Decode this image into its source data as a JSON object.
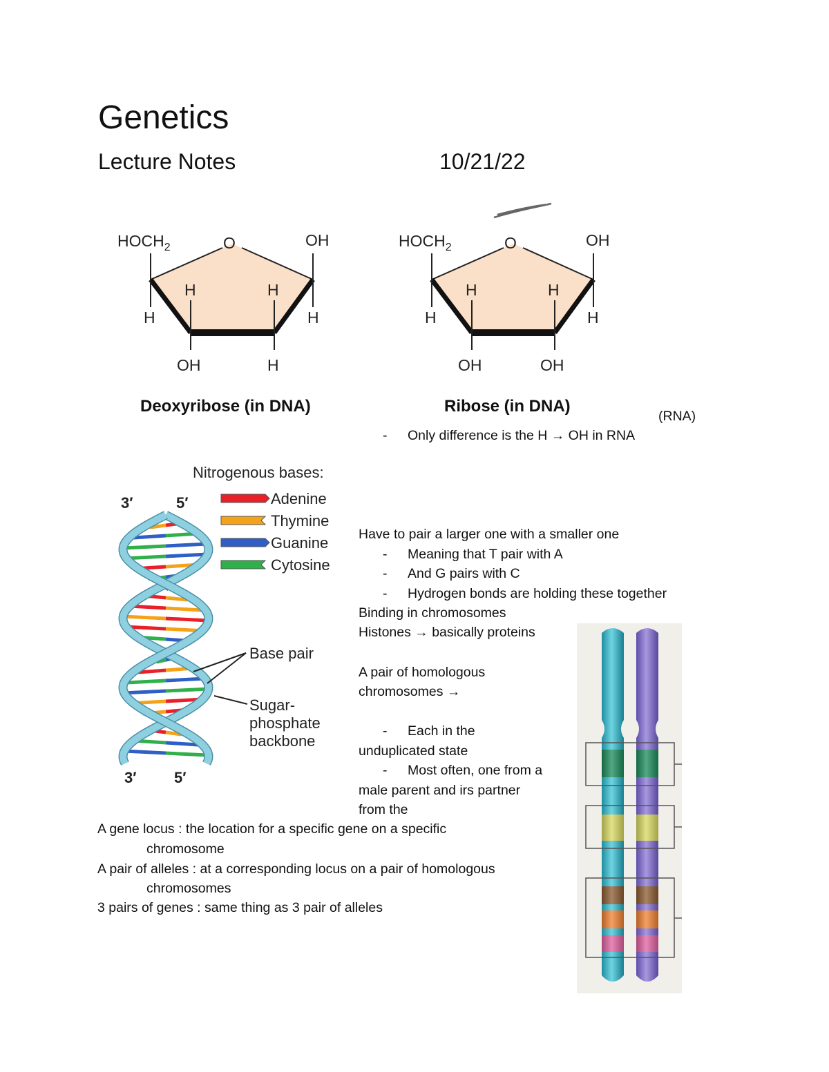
{
  "header": {
    "title": "Genetics",
    "subtitle": "Lecture Notes",
    "date": "10/21/22"
  },
  "sugars": {
    "atoms": {
      "hoch2": "HOCH",
      "sub2": "2",
      "o": "O",
      "oh": "OH",
      "h": "H"
    },
    "deoxyribose_label": "Deoxyribose (in DNA)",
    "ribose_label": "Ribose (in DNA)",
    "ribose_correction": "(RNA)",
    "difference_note": "Only difference is the H → OH in RNA"
  },
  "dna_figure": {
    "legend_title": "Nitrogenous bases:",
    "bases": [
      {
        "name": "Adenine",
        "color": "#e8202a"
      },
      {
        "name": "Thymine",
        "color": "#f5a21b"
      },
      {
        "name": "Guanine",
        "color": "#2f5fc4"
      },
      {
        "name": "Cytosine",
        "color": "#2fb04a"
      }
    ],
    "strand_top_left": "3′",
    "strand_top_right": "5′",
    "strand_bottom_left": "3′",
    "strand_bottom_right": "5′",
    "base_pair_label": "Base pair",
    "backbone_label_1": "Sugar-",
    "backbone_label_2": "phosphate",
    "backbone_label_3": "backbone",
    "backbone_color": "#8fd0e0"
  },
  "notes": {
    "pairing": "Have to pair a larger one with a smaller one",
    "pairing_bullets": [
      "Meaning that T pair with A",
      "And G pairs with C",
      "Hydrogen bonds are holding these together"
    ],
    "binding": "Binding in chromosomes",
    "histones": "Histones → basically proteins",
    "homologous_1": "A pair of homologous",
    "homologous_2": "chromosomes →",
    "each_1": "Each in the",
    "each_2": "unduplicated state",
    "most_1": "Most often, one from a",
    "most_2": "male parent and irs partner",
    "most_3": "from the",
    "bullet_dash": "-",
    "locus_1": "A gene locus : the location for a specific gene on a specific",
    "locus_2": "chromosome",
    "alleles_1": "A pair of alleles :  at a corresponding locus on a pair of homologous",
    "alleles_2": "chromosomes",
    "genes": "3 pairs of genes : same thing as 3 pair of alleles"
  },
  "chromosomes": {
    "left_color": "#3ab8cc",
    "right_color": "#8a78cc",
    "band_colors": [
      "#1a8a5a",
      "#d8d860",
      "#8a5a30",
      "#f08030",
      "#e060a0"
    ]
  }
}
